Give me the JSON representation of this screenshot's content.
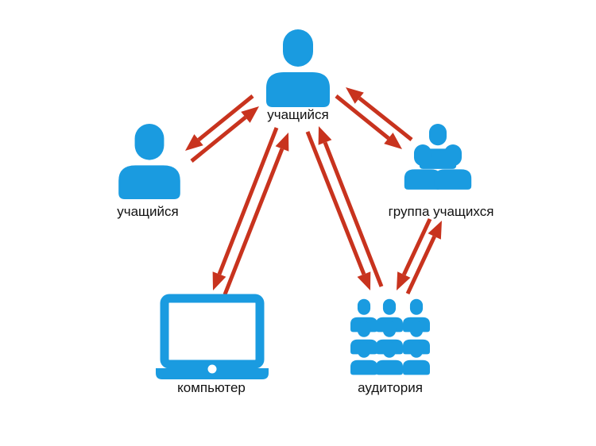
{
  "colors": {
    "icon": "#1a9be0",
    "arrow": "#c8331e",
    "text": "#111111",
    "background": "#ffffff"
  },
  "nodes": {
    "top_student": {
      "label": "учащийся",
      "icon": "person-icon"
    },
    "left_student": {
      "label": "учащийся",
      "icon": "person-icon"
    },
    "group": {
      "label": "группа учащихся",
      "icon": "group-icon"
    },
    "computer": {
      "label": "компьютер",
      "icon": "laptop-icon"
    },
    "audience": {
      "label": "аудитория",
      "icon": "audience-icon"
    }
  },
  "connections": [
    {
      "from": "top_student",
      "to": "left_student",
      "bidirectional": true
    },
    {
      "from": "top_student",
      "to": "group",
      "bidirectional": true
    },
    {
      "from": "top_student",
      "to": "computer",
      "bidirectional": true
    },
    {
      "from": "top_student",
      "to": "audience",
      "bidirectional": true
    },
    {
      "from": "group",
      "to": "audience",
      "bidirectional": true
    }
  ]
}
